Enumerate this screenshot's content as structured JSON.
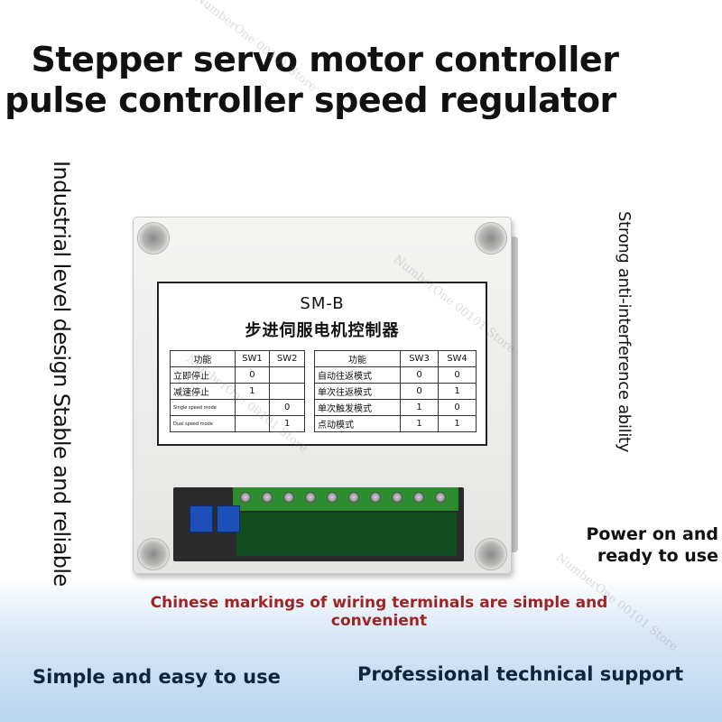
{
  "headline": {
    "line1": "Stepper servo motor controller",
    "line2": "pulse controller speed regulator"
  },
  "features": {
    "left_vertical": "Industrial level design Stable and reliable",
    "right_vertical": "Strong anti-interference ability",
    "power_line1": "Power on and",
    "power_line2": "ready to use",
    "wiring_line1": "Chinese markings of wiring terminals are simple and",
    "wiring_line2": "convenient",
    "bottom_left": "Simple and easy to use",
    "bottom_right": "Professional technical support"
  },
  "device": {
    "model": "SM-B",
    "cn_title": "步进伺服电机控制器",
    "left_table": {
      "headers": [
        "功能",
        "SW1",
        "SW2"
      ],
      "rows": [
        [
          "立即停止",
          "0",
          ""
        ],
        [
          "减速停止",
          "1",
          ""
        ],
        [
          "Single speed mode",
          "",
          "0"
        ],
        [
          "Dual speed mode",
          "",
          "1"
        ]
      ]
    },
    "right_table": {
      "headers": [
        "功能",
        "SW3",
        "SW4"
      ],
      "rows": [
        [
          "自动往返模式",
          "0",
          "0"
        ],
        [
          "单次往返模式",
          "0",
          "1"
        ],
        [
          "单次触发模式",
          "1",
          "0"
        ],
        [
          "点动模式",
          "1",
          "1"
        ]
      ]
    }
  },
  "watermark": "NumberOne 00101 Store",
  "colors": {
    "terminal_green": "#2c8b2f",
    "terminal_blue": "#1d4fb8",
    "wiring_text": "#9c2525",
    "footer_text": "#10243f"
  }
}
